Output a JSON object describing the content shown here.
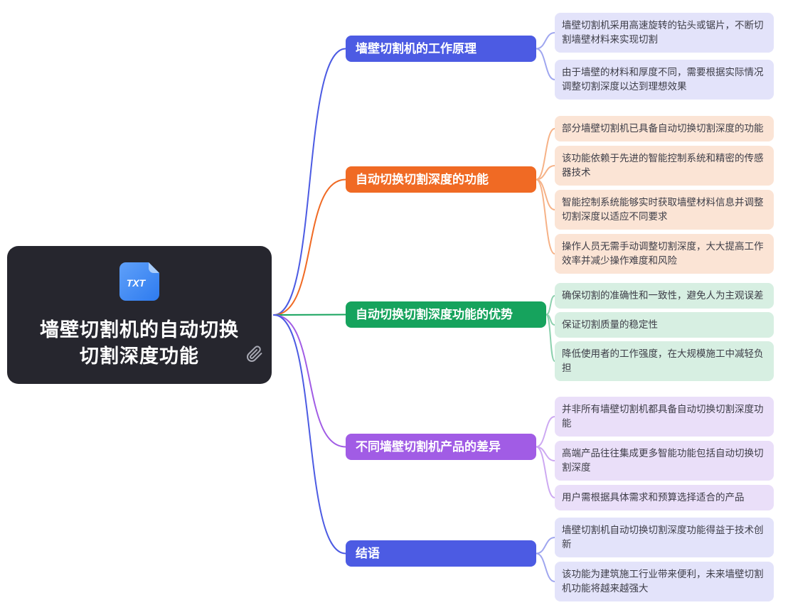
{
  "root": {
    "file_badge": "TXT",
    "title_line1": "墙壁切割机的自动切换",
    "title_line2": "切割深度功能"
  },
  "branches": [
    {
      "label": "墙壁切割机的工作原理",
      "color": "#4C5BE3",
      "edge_color": "#9FA6EF",
      "leaf_bg": "#E3E3FA",
      "leaves": [
        "墙壁切割机采用高速旋转的钻头或锯片，不断切割墙壁材料来实现切割",
        "由于墙壁的材料和厚度不同，需要根据实际情况调整切割深度以达到理想效果"
      ]
    },
    {
      "label": "自动切换切割深度的功能",
      "color": "#F06A24",
      "edge_color": "#F6B287",
      "leaf_bg": "#FBE4D5",
      "leaves": [
        "部分墙壁切割机已具备自动切换切割深度的功能",
        "该功能依赖于先进的智能控制系统和精密的传感器技术",
        "智能控制系统能够实时获取墙壁材料信息并调整切割深度以适应不同要求",
        "操作人员无需手动调整切割深度，大大提高工作效率并减少操作难度和风险"
      ]
    },
    {
      "label": "自动切换切割深度功能的优势",
      "color": "#16A35D",
      "edge_color": "#8CD1AE",
      "leaf_bg": "#D7EFE2",
      "leaves": [
        "确保切割的准确性和一致性，避免人为主观误差",
        "保证切割质量的稳定性",
        "降低使用者的工作强度，在大规模施工中减轻负担"
      ]
    },
    {
      "label": "不同墙壁切割机产品的差异",
      "color": "#A15CE5",
      "edge_color": "#CDA9F2",
      "leaf_bg": "#EADFF9",
      "leaves": [
        "并非所有墙壁切割机都具备自动切换切割深度功能",
        "高端产品往往集成更多智能功能包括自动切换切割深度",
        "用户需根据具体需求和预算选择适合的产品"
      ]
    },
    {
      "label": "结语",
      "color": "#4C5BE3",
      "edge_color": "#9FA6EF",
      "leaf_bg": "#E3E3FA",
      "leaves": [
        "墙壁切割机自动切换切割深度功能得益于技术创新",
        "该功能为建筑施工行业带来便利，未来墙壁切割机功能将越来越强大"
      ]
    }
  ],
  "colors": {
    "background": "#FFFFFF",
    "root_bg": "#26262E",
    "root_text": "#FFFFFF",
    "leaf_text": "#3D3D47",
    "file_icon_blue": "#2E7BEF",
    "paperclip_gray": "#A8A9B4"
  }
}
